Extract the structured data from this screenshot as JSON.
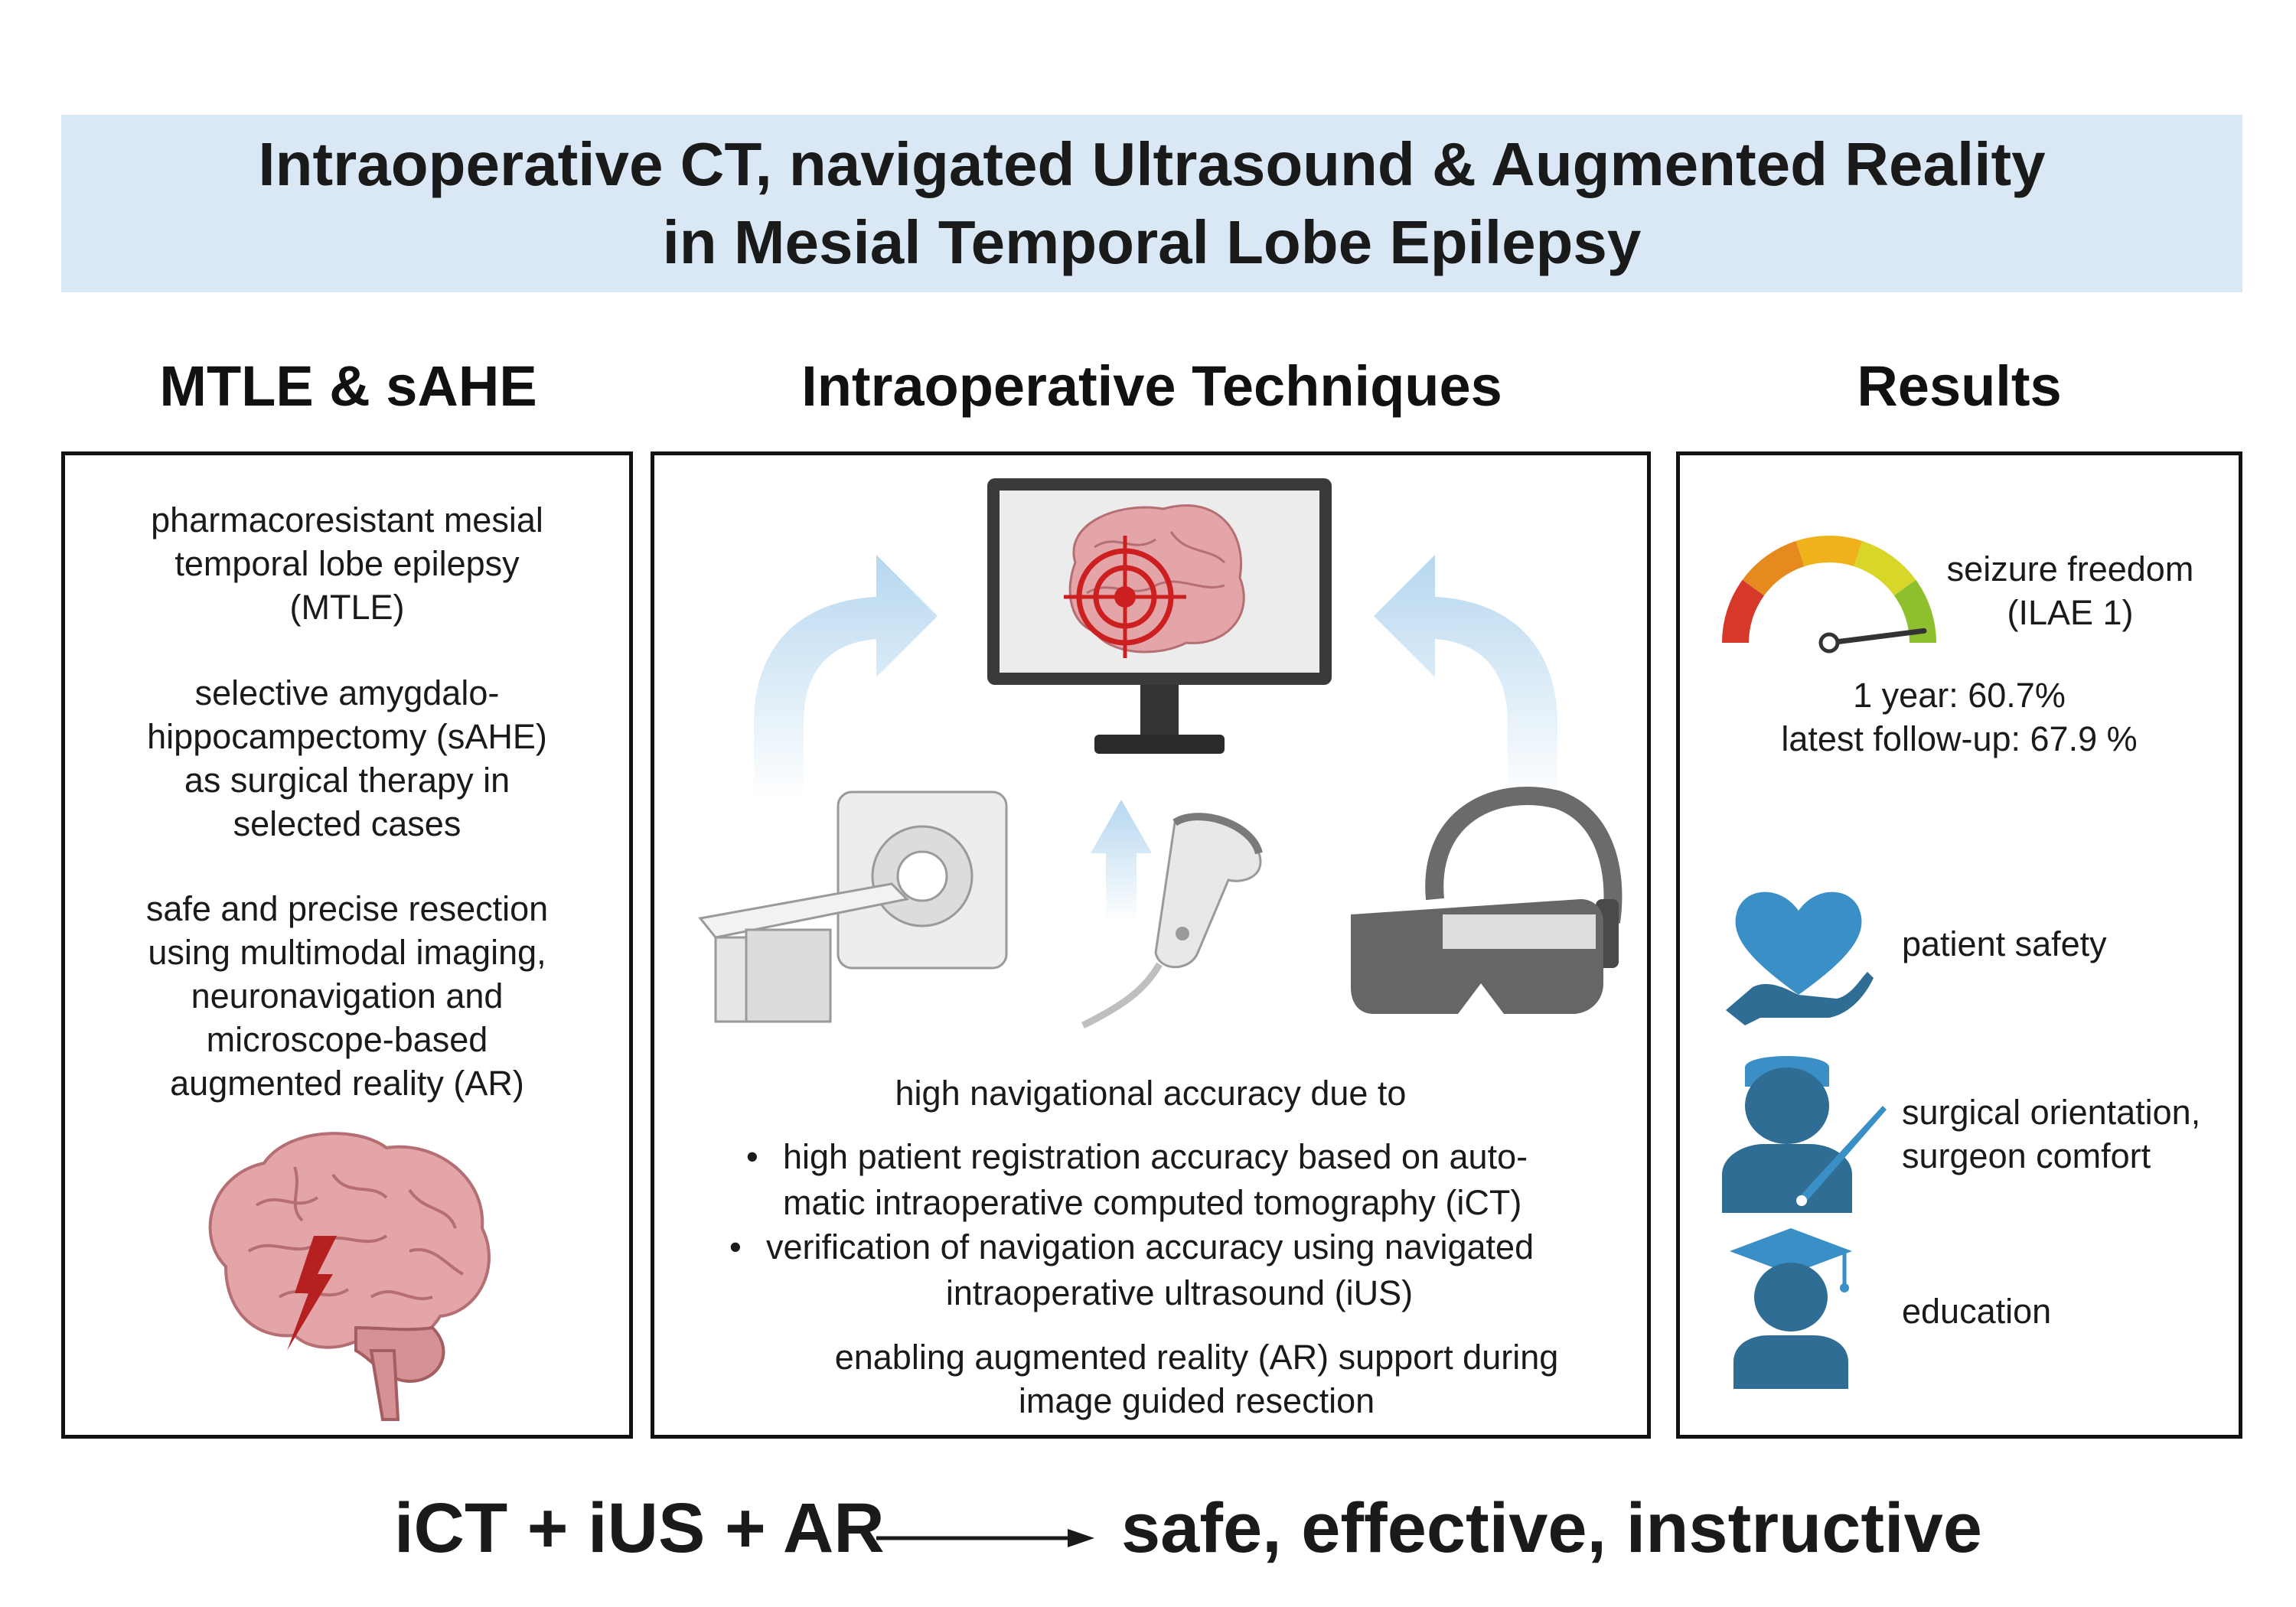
{
  "title": {
    "line1": "Intraoperative CT, navigated Ultrasound & Augmented Reality",
    "line2": "in Mesial Temporal Lobe Epilepsy"
  },
  "columns": {
    "left": {
      "heading": "MTLE & sAHE",
      "paragraphs": [
        [
          "pharmacoresistant mesial",
          "temporal lobe epilepsy",
          "(MTLE)"
        ],
        [
          "selective amygdalo-",
          "hippocampectomy (sAHE)",
          "as surgical therapy in",
          "selected cases"
        ],
        [
          "safe and precise resection",
          "using multimodal imaging,",
          "neuronavigation and",
          "microscope-based",
          "augmented reality (AR)"
        ]
      ],
      "icon": "brain-with-lightning-icon"
    },
    "middle": {
      "heading": "Intraoperative Techniques",
      "intro": "high navigational accuracy due to",
      "bullets": [
        [
          "high patient registration accuracy based on auto-",
          "matic intraoperative computed tomography (iCT)"
        ],
        [
          "verification of navigation accuracy using navigated",
          "intraoperative ultrasound (iUS)"
        ]
      ],
      "closing": [
        "enabling augmented reality (AR) support during",
        "image guided resection"
      ],
      "bullet_symbol": "•",
      "icons": [
        "monitor-icon",
        "brain-target-icon",
        "ct-scanner-icon",
        "ultrasound-probe-icon",
        "vr-headset-icon",
        "curved-arrow-icon",
        "up-arrow-icon"
      ]
    },
    "right": {
      "heading": "Results",
      "gauge": {
        "label_line1": "seizure freedom",
        "label_line2": "(ILAE 1)",
        "value_1year": "1 year: 60.7%",
        "value_latest": "latest follow-up: 67.9 %",
        "needle_fraction": 0.96
      },
      "items": [
        {
          "icon": "heart-hand-icon",
          "lines": [
            "patient safety"
          ]
        },
        {
          "icon": "surgeon-icon",
          "lines": [
            "surgical orientation,",
            "surgeon comfort"
          ]
        },
        {
          "icon": "graduate-icon",
          "lines": [
            "education"
          ]
        }
      ]
    }
  },
  "bottom": {
    "left": "iCT + iUS + AR",
    "right": "safe, effective, instructive"
  },
  "colors": {
    "banner": "#dae8f5",
    "icon_blue": "#2f6d94",
    "brain_pink": "#e4a5a8",
    "target_red": "#cc1f1f",
    "arrow_blue": "#b6d7ef"
  }
}
